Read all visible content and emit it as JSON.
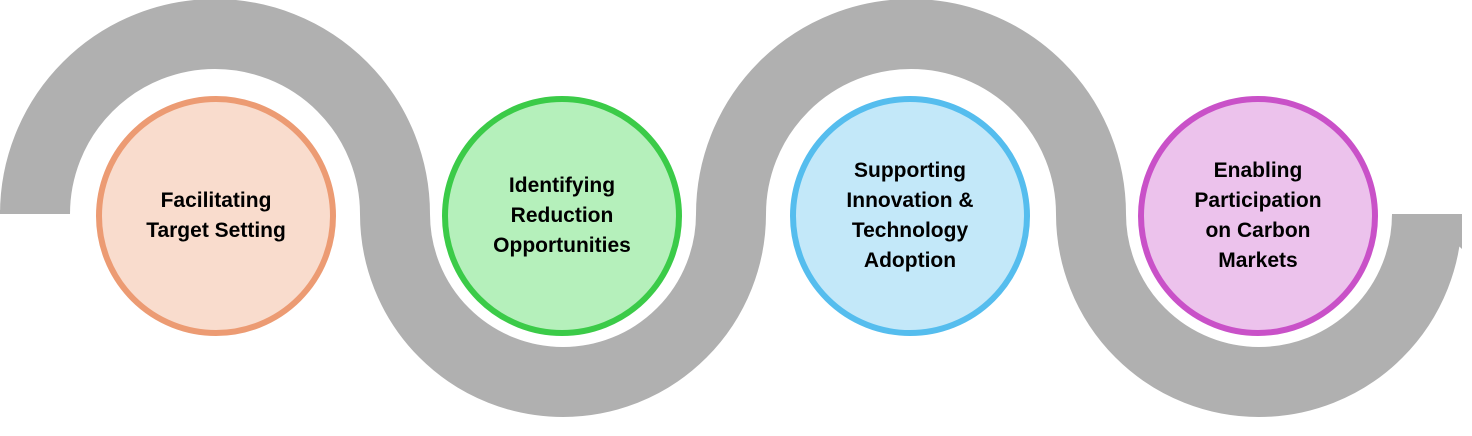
{
  "ribbon": {
    "color": "#b0b0b0"
  },
  "steps": [
    {
      "label": "Facilitating\nTarget Setting",
      "fill": "#f9dccd",
      "border": "#ec9b73"
    },
    {
      "label": "Identifying\nReduction\nOpportunities",
      "fill": "#b5f0bb",
      "border": "#3bcb48"
    },
    {
      "label": "Supporting\nInnovation &\nTechnology\nAdoption",
      "fill": "#c3e8f9",
      "border": "#55bdee"
    },
    {
      "label": "Enabling\nParticipation\non Carbon\nMarkets",
      "fill": "#ecc2ec",
      "border": "#c951c8"
    }
  ]
}
